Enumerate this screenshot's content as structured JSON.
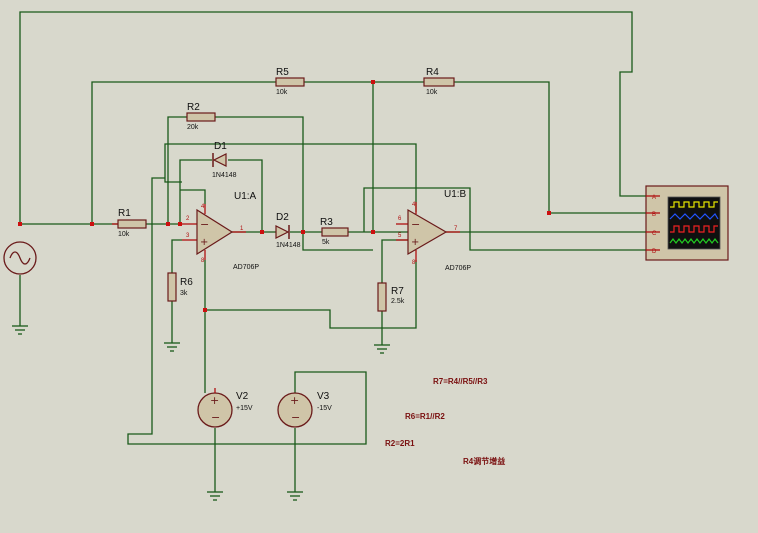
{
  "components": {
    "R1": {
      "ref": "R1",
      "value": "10k"
    },
    "R2": {
      "ref": "R2",
      "value": "20k"
    },
    "R3": {
      "ref": "R3",
      "value": "5k"
    },
    "R4": {
      "ref": "R4",
      "value": "10k"
    },
    "R5": {
      "ref": "R5",
      "value": "10k"
    },
    "R6": {
      "ref": "R6",
      "value": "3k"
    },
    "R7": {
      "ref": "R7",
      "value": "2.5k"
    },
    "D1": {
      "ref": "D1",
      "value": "1N4148"
    },
    "D2": {
      "ref": "D2",
      "value": "1N4148"
    },
    "U1A": {
      "ref": "U1:A",
      "value": "AD706P"
    },
    "U1B": {
      "ref": "U1:B",
      "value": "AD706P"
    },
    "V2": {
      "ref": "V2",
      "value": "+15V"
    },
    "V3": {
      "ref": "V3",
      "value": "-15V"
    }
  },
  "pins": {
    "u1a_in_minus": "2",
    "u1a_in_plus": "3",
    "u1a_out": "1",
    "u1a_vpos": "4",
    "u1a_vneg": "8",
    "u1b_in_minus": "6",
    "u1b_in_plus": "5",
    "u1b_out": "7",
    "u1b_vpos": "4",
    "u1b_vneg": "8"
  },
  "scope": {
    "channels": [
      "A",
      "B",
      "C",
      "D"
    ],
    "trace_colors": [
      "#e6e600",
      "#2255ff",
      "#ee2222",
      "#22cc22"
    ]
  },
  "notes": {
    "n1": "R7=R4//R5//R3",
    "n2": "R6=R1//R2",
    "n3": "R2=2R1",
    "n4": "R4调节增益"
  },
  "colors": {
    "wire": "#1a5a1a",
    "junction": "#cc1010",
    "background": "#d8d8cc"
  }
}
